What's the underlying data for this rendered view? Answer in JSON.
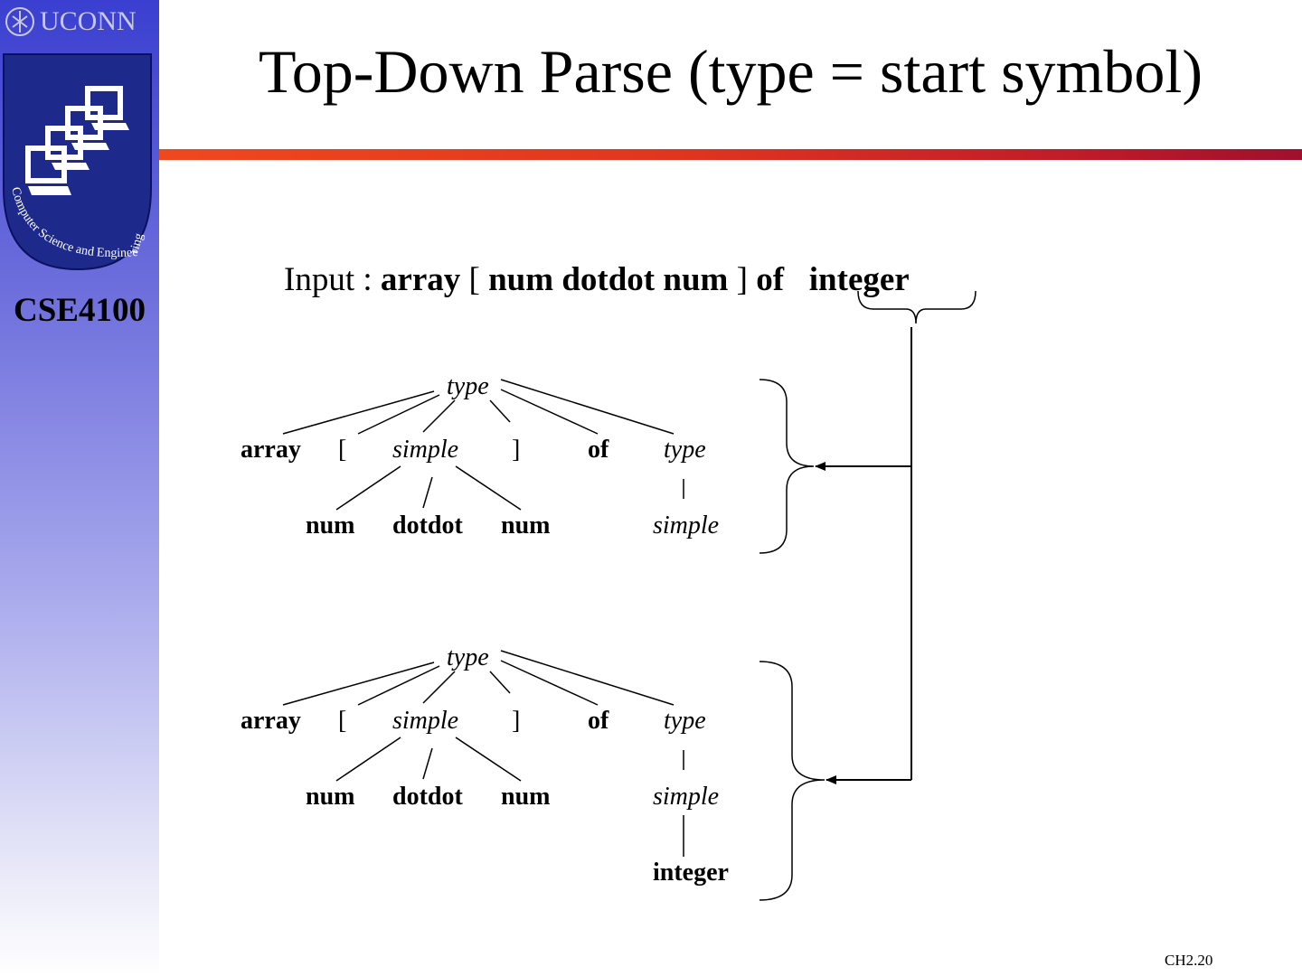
{
  "sidebar": {
    "university": "UCONN",
    "logo_text": "Computer Science and Engineering",
    "course_code": "CSE4100"
  },
  "title": "Top-Down Parse (type = start symbol)",
  "input": {
    "label": "Input : ",
    "tokens": [
      "array",
      "[",
      "num",
      "dotdot",
      "num",
      "]",
      "of",
      "integer"
    ]
  },
  "trees": [
    {
      "root": "type",
      "level1": [
        "array",
        "[",
        "simple",
        "]",
        "of",
        "type"
      ],
      "level2": [
        "num",
        "dotdot",
        "num",
        "simple"
      ]
    },
    {
      "root": "type",
      "level1": [
        "array",
        "[",
        "simple",
        "]",
        "of",
        "type"
      ],
      "level2": [
        "num",
        "dotdot",
        "num",
        "simple"
      ],
      "level3": [
        "integer"
      ]
    }
  ],
  "footer": {
    "slide_number": "CH2.20"
  },
  "colors": {
    "sidebar_top": "#3a3fd0",
    "rule_left": "#f0481e",
    "rule_right": "#a0102c"
  }
}
